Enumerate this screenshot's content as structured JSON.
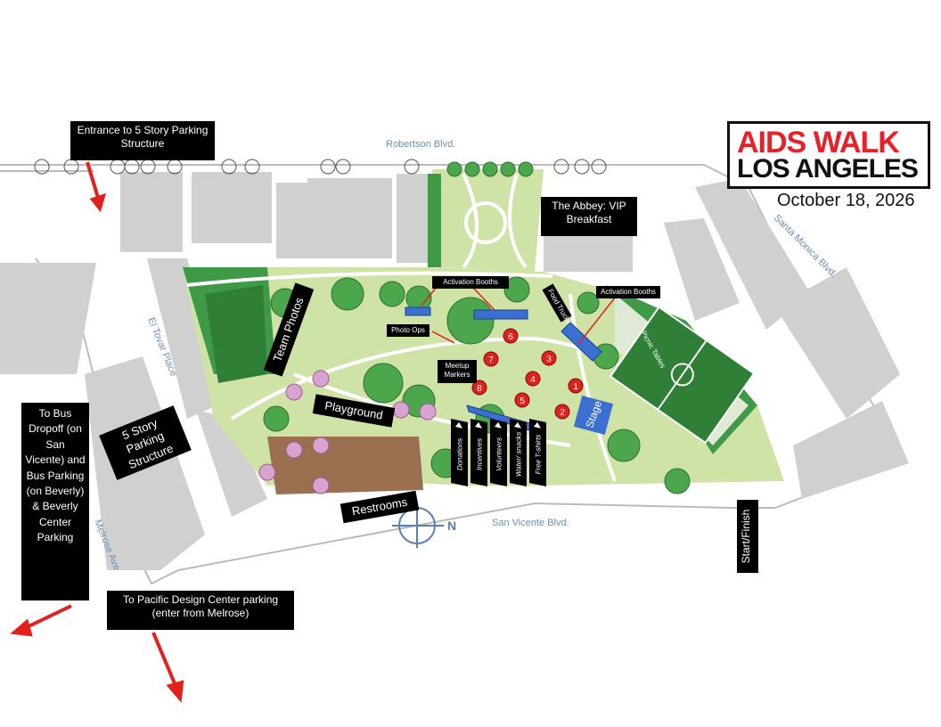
{
  "labels": {
    "entrance_parking": "Entrance to 5 Story Parking Structure",
    "abbey": "The Abbey: VIP Breakfast",
    "team_photos": "Team Photos",
    "playground": "Playground",
    "parking_structure": "5 Story Parking Structure",
    "restrooms": "Restrooms",
    "start_finish": "Start/Finish",
    "bus_dropoff": "To Bus Dropoff (on San Vicente) and Bus Parking (on Beverly) & Beverly Center Parking",
    "pacific_design": "To Pacific Design Center parking (enter from Melrose)",
    "activation_booths_1": "Activation Booths",
    "activation_booths_2": "Activation Booths",
    "food_trucks": "Food Trucks",
    "photo_ops": "Photo Ops",
    "meetup_markers": "Meetup Markers",
    "picnic_tables": "Picnic Tables",
    "stage": "Stage"
  },
  "stations": [
    "Donations",
    "Incentives",
    "Volunteers",
    "Water/ snacks",
    "Free T-shirts"
  ],
  "markers": [
    "1",
    "2",
    "3",
    "4",
    "5",
    "6",
    "7",
    "8"
  ],
  "streets": {
    "robertson": "Robertson Blvd.",
    "santa_monica": "Santa Monica Blvd.",
    "el_tovar": "El Tovar Place",
    "san_vicente": "San Vicente Blvd.",
    "melrose": "Melrose Ave"
  },
  "compass": "N",
  "logo": {
    "line1": "AIDS WALK",
    "line2": "LOS ANGELES"
  },
  "event_date": "October 18, 2026",
  "colors": {
    "lawn": "#cfe3a6",
    "tree": "#4ca64c",
    "building": "#d0d0d0",
    "booth": "#3b6fd1",
    "marker": "#e3201b",
    "arrow": "#e3201b",
    "street_text": "#6b8fb3"
  }
}
